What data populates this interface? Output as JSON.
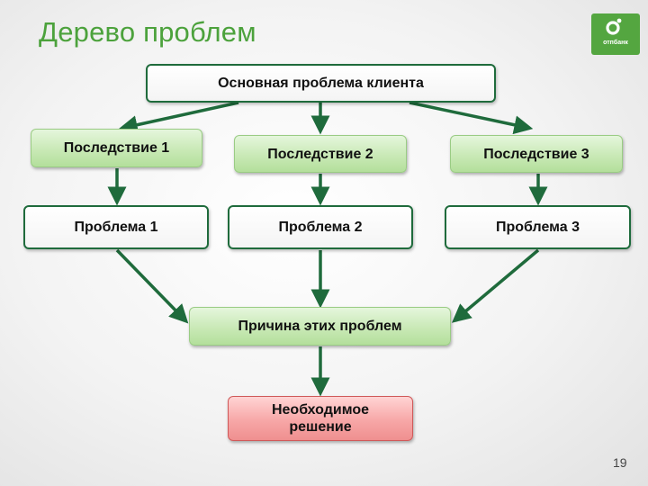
{
  "title": "Дерево проблем",
  "logo": {
    "text": "отпбанк"
  },
  "nodes": {
    "core_problem": "Основная проблема клиента",
    "consequence_1": "Последствие 1",
    "consequence_2": "Последствие 2",
    "consequence_3": "Последствие 3",
    "problem_1": "Проблема  1",
    "problem_2": "Проблема  2",
    "problem_3": "Проблема  3",
    "cause": "Причина этих проблем",
    "solution": "Необходимое решение"
  },
  "page_number": "19",
  "colors": {
    "title": "#4ca23c",
    "arrow": "#1f6b3c",
    "box_border": "#1f6b3c",
    "green_box": "#c9e9b6",
    "red_box": "#f7a7a7",
    "logo_bg": "#54a640"
  }
}
